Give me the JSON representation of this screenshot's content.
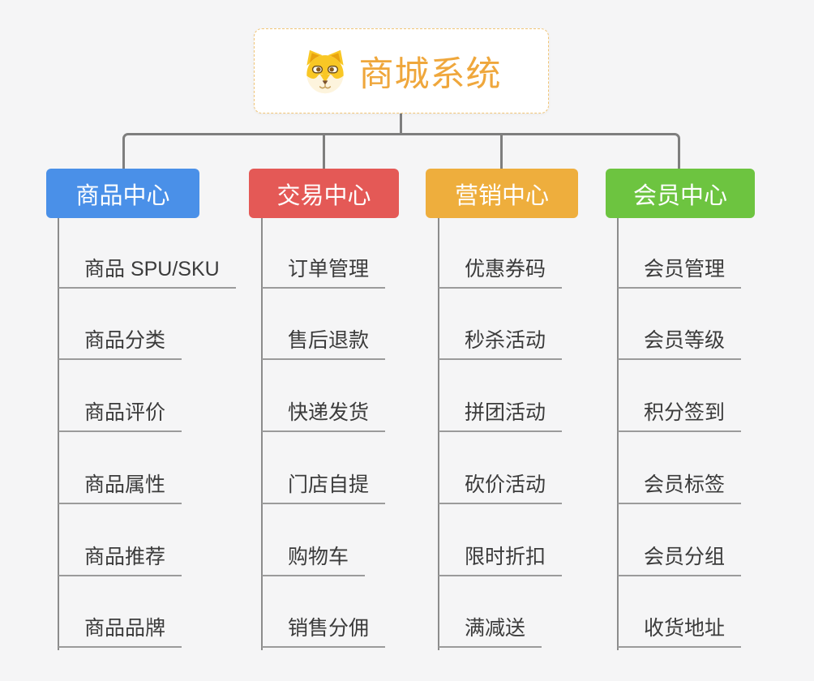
{
  "root": {
    "title": "商城系统",
    "icon": "shiba-dog-icon"
  },
  "branches": [
    {
      "label": "商品中心",
      "color": "#4a90e8",
      "children": [
        "商品 SPU/SKU",
        "商品分类",
        "商品评价",
        "商品属性",
        "商品推荐",
        "商品品牌"
      ]
    },
    {
      "label": "交易中心",
      "color": "#e45956",
      "children": [
        "订单管理",
        "售后退款",
        "快递发货",
        "门店自提",
        "购物车",
        "销售分佣"
      ]
    },
    {
      "label": "营销中心",
      "color": "#eeae3d",
      "children": [
        "优惠券码",
        "秒杀活动",
        "拼团活动",
        "砍价活动",
        "限时折扣",
        "满减送"
      ]
    },
    {
      "label": "会员中心",
      "color": "#6dc440",
      "children": [
        "会员管理",
        "会员等级",
        "积分签到",
        "会员标签",
        "会员分组",
        "收货地址"
      ]
    }
  ],
  "colors": {
    "background": "#f5f5f6",
    "connector": "#7e7e7e",
    "underline": "#9b9b9b",
    "leaf_text": "#3b3b3b",
    "root_text": "#efa73c",
    "root_border": "#f1c577"
  }
}
